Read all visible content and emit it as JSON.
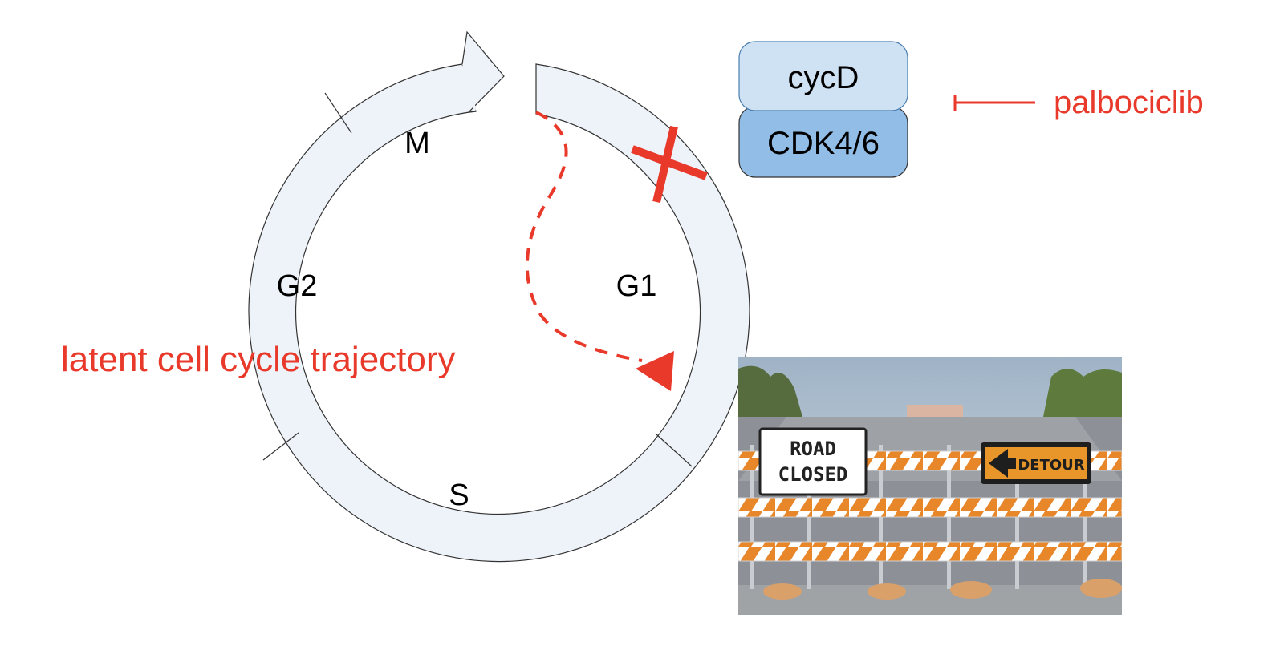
{
  "cycle": {
    "phases": {
      "m": "M",
      "g1": "G1",
      "s": "S",
      "g2": "G2"
    },
    "trajectory_label": "latent cell cycle trajectory"
  },
  "complex": {
    "top": "cycD",
    "bottom": "CDK4/6"
  },
  "inhibitor": {
    "label": "palbociclib"
  },
  "photo": {
    "sign_road_closed": [
      "ROAD",
      "CLOSED"
    ],
    "sign_detour": "DETOUR"
  },
  "colors": {
    "red": "#e8392b",
    "ring_fill": "#eef3f9",
    "cycd_fill": "#cfe2f3",
    "cdk_fill": "#92bde6",
    "barrier_orange": "#e8862a"
  }
}
